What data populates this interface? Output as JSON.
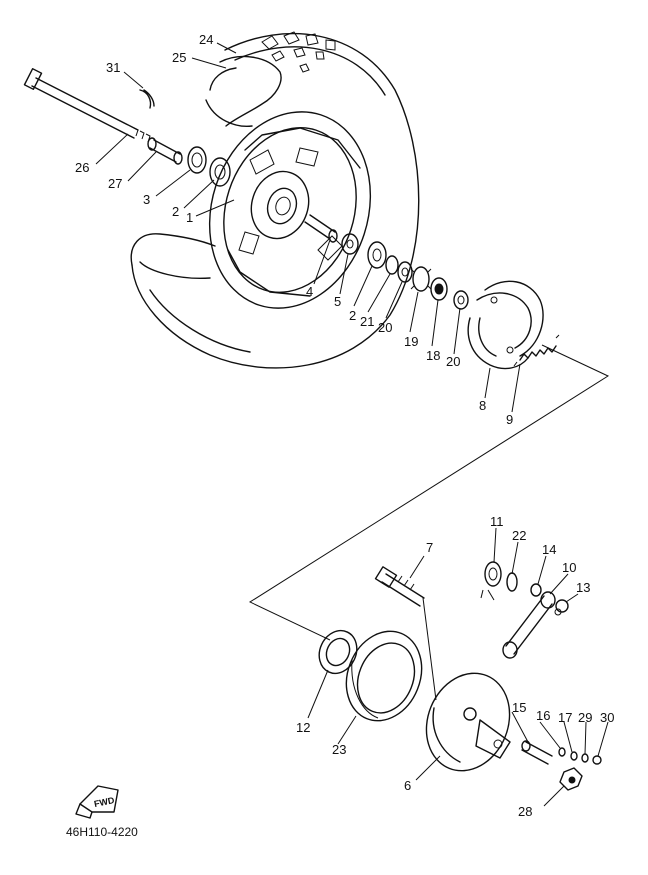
{
  "diagram": {
    "callouts": [
      {
        "id": "c24",
        "text": "24"
      },
      {
        "id": "c25",
        "text": "25"
      },
      {
        "id": "c31",
        "text": "31"
      },
      {
        "id": "c26",
        "text": "26"
      },
      {
        "id": "c27",
        "text": "27"
      },
      {
        "id": "c3",
        "text": "3"
      },
      {
        "id": "c2a",
        "text": "2"
      },
      {
        "id": "c1",
        "text": "1"
      },
      {
        "id": "c4",
        "text": "4"
      },
      {
        "id": "c5",
        "text": "5"
      },
      {
        "id": "c2b",
        "text": "2"
      },
      {
        "id": "c21",
        "text": "21"
      },
      {
        "id": "c20a",
        "text": "20"
      },
      {
        "id": "c19",
        "text": "19"
      },
      {
        "id": "c18",
        "text": "18"
      },
      {
        "id": "c20b",
        "text": "20"
      },
      {
        "id": "c8",
        "text": "8"
      },
      {
        "id": "c9",
        "text": "9"
      },
      {
        "id": "c7",
        "text": "7"
      },
      {
        "id": "c11",
        "text": "11"
      },
      {
        "id": "c22",
        "text": "22"
      },
      {
        "id": "c14",
        "text": "14"
      },
      {
        "id": "c10",
        "text": "10"
      },
      {
        "id": "c13",
        "text": "13"
      },
      {
        "id": "c12",
        "text": "12"
      },
      {
        "id": "c23",
        "text": "23"
      },
      {
        "id": "c15",
        "text": "15"
      },
      {
        "id": "c16",
        "text": "16"
      },
      {
        "id": "c17",
        "text": "17"
      },
      {
        "id": "c29",
        "text": "29"
      },
      {
        "id": "c30",
        "text": "30"
      },
      {
        "id": "c6",
        "text": "6"
      },
      {
        "id": "c28",
        "text": "28"
      }
    ],
    "fwd_mark": "FWD",
    "reference_code": "46H110-4220"
  }
}
